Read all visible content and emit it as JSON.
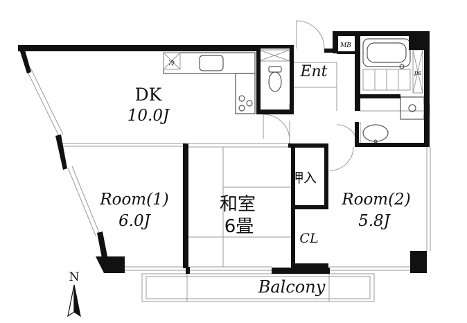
{
  "rooms": {
    "dk": {
      "name": "DK",
      "size": "10.0J"
    },
    "room1": {
      "name": "Room(1)",
      "size": "6.0J"
    },
    "washitsu": {
      "name": "和室",
      "size": "6畳"
    },
    "room2": {
      "name": "Room(2)",
      "size": "5.8J"
    }
  },
  "spaces": {
    "entrance": "Ent",
    "oshiire": "押入",
    "closet": "CL",
    "balcony": "Balcony"
  },
  "fixtures": {
    "meter_box": "MB",
    "pipe_space": "ps",
    "fridge_mark": "冷"
  },
  "compass": {
    "north": "N"
  }
}
